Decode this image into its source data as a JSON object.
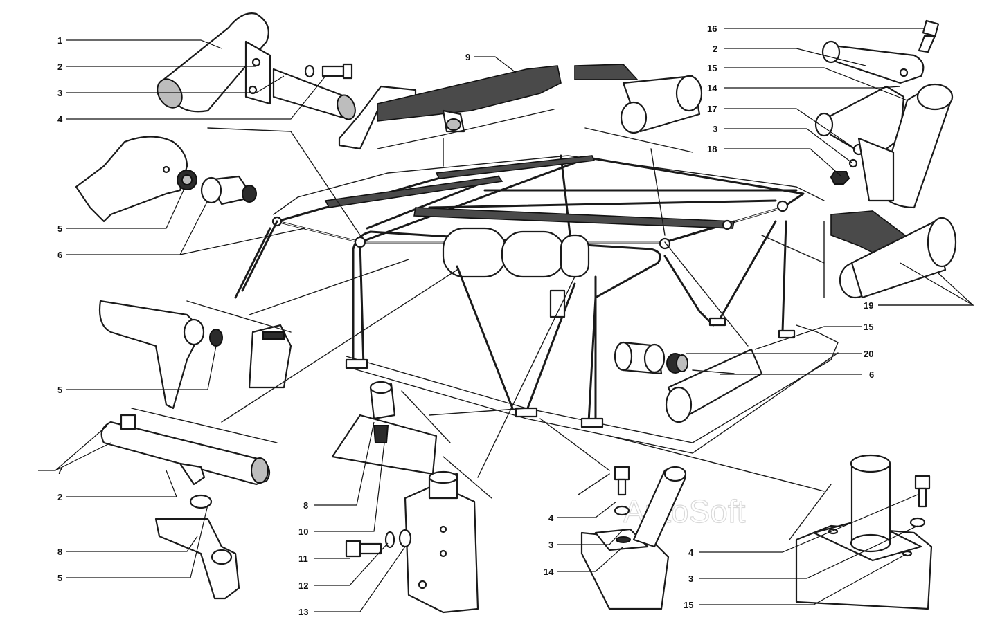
{
  "watermark": "AutoSoft",
  "callouts": {
    "left": [
      "1",
      "2",
      "3",
      "4",
      "5",
      "6",
      "5",
      "7",
      "2",
      "8",
      "5"
    ],
    "top_center": [
      "9"
    ],
    "bottom_center": [
      "8",
      "10",
      "11",
      "12",
      "13"
    ],
    "top_right_15": "15",
    "right": [
      "16",
      "2",
      "15",
      "14",
      "17",
      "3",
      "18",
      "19",
      "15",
      "20",
      "6"
    ],
    "bottom_right": [
      "4",
      "3",
      "14",
      "4",
      "3",
      "15"
    ]
  }
}
